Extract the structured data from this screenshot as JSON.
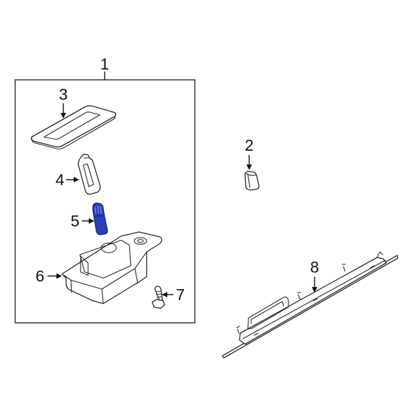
{
  "diagram": {
    "type": "exploded parts diagram",
    "highlight_color": "#2a3fb8",
    "group_box": {
      "callout": "1"
    },
    "callouts": [
      {
        "id": "1",
        "label": "1",
        "highlighted": false
      },
      {
        "id": "2",
        "label": "2",
        "highlighted": false
      },
      {
        "id": "3",
        "label": "3",
        "highlighted": false
      },
      {
        "id": "4",
        "label": "4",
        "highlighted": false
      },
      {
        "id": "5",
        "label": "5",
        "highlighted": true
      },
      {
        "id": "6",
        "label": "6",
        "highlighted": false
      },
      {
        "id": "7",
        "label": "7",
        "highlighted": false
      },
      {
        "id": "8",
        "label": "8",
        "highlighted": false
      }
    ]
  }
}
